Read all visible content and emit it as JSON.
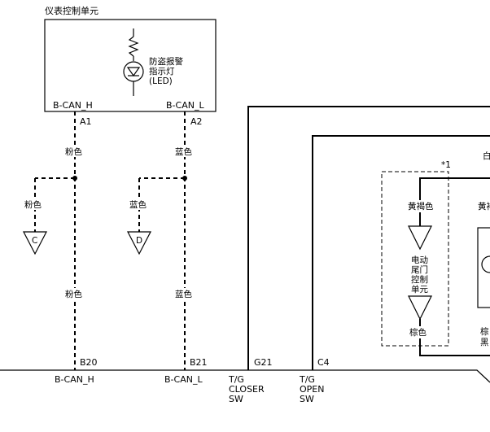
{
  "ipu": {
    "title": "仪表控制单元",
    "lamp_label_1": "防盗报警",
    "lamp_label_2": "指示灯",
    "lamp_label_3": "(LED)",
    "pin_left_name": "B-CAN_H",
    "pin_right_name": "B-CAN_L",
    "pin_left_no": "A1",
    "pin_right_no": "A2"
  },
  "wires": {
    "left_color_top": "粉色",
    "right_color_top": "蓝色",
    "left_branch_color": "粉色",
    "right_branch_color": "蓝色",
    "left_color_bottom": "粉色",
    "right_color_bottom": "蓝色",
    "connector_c": "C",
    "connector_d": "D"
  },
  "tailgate_unit": {
    "note": "*1",
    "wire_top_color": "黄褐色",
    "label_1": "电动",
    "label_2": "尾门",
    "label_3": "控制",
    "label_4": "单元",
    "wire_bottom_color": "棕色"
  },
  "right_clip": {
    "top": "白",
    "mid": "黄褐",
    "low1": "棕",
    "low2": "黑"
  },
  "bottom_module": {
    "pin_b20": "B20",
    "pin_b21": "B21",
    "pin_g21": "G21",
    "pin_c4": "C4",
    "name_b20": "B-CAN_H",
    "name_b21": "B-CAN_L",
    "g21_l1": "T/G",
    "g21_l2": "CLOSER",
    "g21_l3": "SW",
    "c4_l1": "T/G",
    "c4_l2": "OPEN",
    "c4_l3": "SW"
  }
}
